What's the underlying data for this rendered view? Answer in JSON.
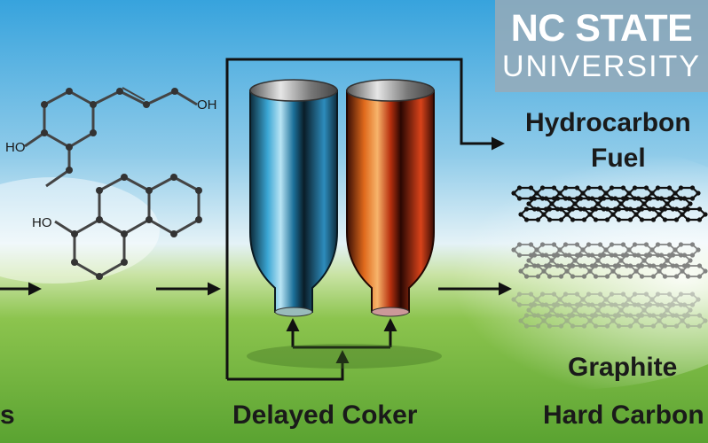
{
  "logo": {
    "line1": "NC STATE",
    "line2": "UNIVERSITY"
  },
  "molecule_labels": {
    "oh_top": "OH",
    "ho_left": "HO",
    "ho_lower": "HO"
  },
  "labels": {
    "left_partial": "s",
    "center": "Delayed Coker",
    "right_top_line1": "Hydrocarbon",
    "right_top_line2": "Fuel",
    "right_mid": "Graphite",
    "right_bottom": "Hard Carbon"
  },
  "colors": {
    "sky_top": "#3fa8df",
    "grass": "#6fb83a",
    "drum_blue": "#2a8fc0",
    "drum_orange": "#e0541f",
    "text": "#1a1a1a"
  }
}
